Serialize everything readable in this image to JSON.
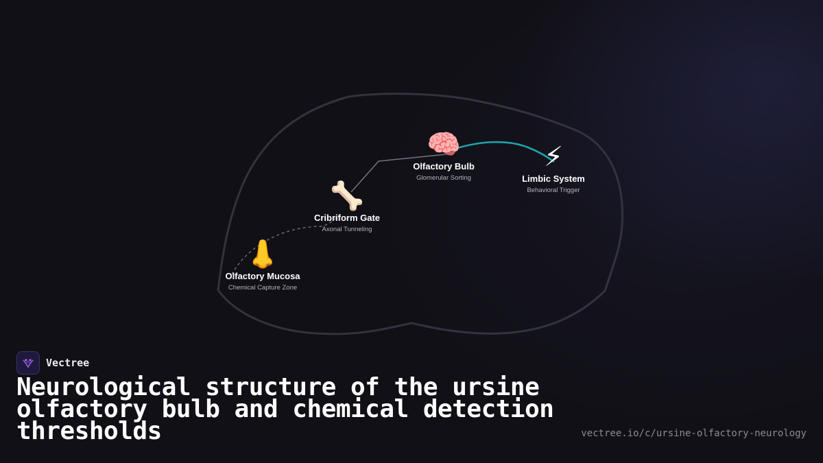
{
  "diagram": {
    "nodes": [
      {
        "id": "mucosa",
        "icon": "nose-icon",
        "glyph": "👃",
        "title": "Olfactory Mucosa",
        "subtitle": "Chemical Capture Zone"
      },
      {
        "id": "cribriform",
        "icon": "bone-icon",
        "glyph": "🦴",
        "title": "Cribriform Gate",
        "subtitle": "Axonal Tunneling"
      },
      {
        "id": "bulb",
        "icon": "brain-icon",
        "glyph": "🧠",
        "title": "Olfactory Bulb",
        "subtitle": "Glomerular Sorting"
      },
      {
        "id": "limbic",
        "icon": "lightning-icon",
        "glyph": "⚡",
        "title": "Limbic System",
        "subtitle": "Behavioral Trigger"
      }
    ],
    "colors": {
      "outline": "#34323f",
      "path_gray": "#6e7180",
      "path_teal": "#1fa3a8",
      "dot": "#2fd6d0"
    }
  },
  "brand": {
    "name": "Vectree",
    "logo_icon": "vectree-logo-icon"
  },
  "headline": "Neurological structure of the ursine olfactory bulb and chemical detection thresholds",
  "url": "vectree.io/c/ursine-olfactory-neurology"
}
